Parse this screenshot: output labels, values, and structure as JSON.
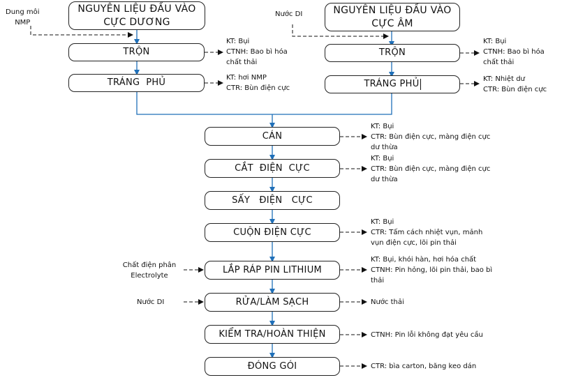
{
  "colors": {
    "flow": "#1f6fb8",
    "dashed": "#111111",
    "border": "#222222"
  },
  "left_branch": {
    "input_box": [
      "NGUYÊN LIỆU ĐẦU VÀO",
      "CỰC DƯƠNG"
    ],
    "additive": [
      "Dung môi",
      "NMP"
    ],
    "steps": [
      {
        "label": "TRỘN",
        "waste": [
          "KT: Bụi",
          "CTNH: Bao bì hóa",
          "chất thải"
        ]
      },
      {
        "label": "TRÁNG  PHỦ",
        "waste": [
          "KT: hơi NMP",
          "CTR: Bùn điện cực"
        ]
      }
    ]
  },
  "right_branch": {
    "input_box": [
      "NGUYÊN LIỆU ĐẦU VÀO",
      "CỰC ÂM"
    ],
    "additive": [
      "Nước DI"
    ],
    "steps": [
      {
        "label": "TRỘN",
        "waste": [
          "KT: Bụi",
          "CTNH: Bao bì hóa",
          "chất thải"
        ]
      },
      {
        "label": "TRÁNG PHỦ",
        "waste": [
          "KT: Nhiệt dư",
          "CTR: Bùn điện cực"
        ]
      }
    ]
  },
  "main_steps": [
    {
      "label": "CÁN",
      "waste": [
        "KT: Bụi",
        "CTR: Bùn điện cực, màng điện cực",
        "dư thừa"
      ]
    },
    {
      "label": "CẮT  ĐIỆN  CỰC",
      "waste": [
        "KT: Bụi",
        "CTR: Bùn điện cực, màng điện cực",
        "dư thừa"
      ]
    },
    {
      "label": "SẤY   ĐIỆN   CỰC",
      "waste": []
    },
    {
      "label": "CUỘN ĐIỆN CỰC",
      "waste": [
        "KT: Bụi",
        "CTR: Tấm cách nhiệt vụn, mảnh",
        "vụn điện cực, lõi pin thải"
      ]
    },
    {
      "label": "LẮP RÁP PIN LITHIUM",
      "input": [
        "Chất điện phân",
        "Electrolyte"
      ],
      "waste": [
        "KT: Bụi, khói hàn, hơi hóa chất",
        "CTNH: Pin hỏng, lõi pin thải, bao bì",
        "thải"
      ]
    },
    {
      "label": "RỬA/LÀM SẠCH",
      "input": [
        "Nước DI"
      ],
      "waste": [
        "Nước thải"
      ]
    },
    {
      "label": "KIỂM TRA/HOÀN THIỆN",
      "waste": [
        "CTNH: Pin lỗi không đạt yêu cầu"
      ]
    },
    {
      "label": "ĐÓNG GÓI",
      "waste": [
        "CTR: bìa carton, băng keo dán"
      ]
    }
  ]
}
